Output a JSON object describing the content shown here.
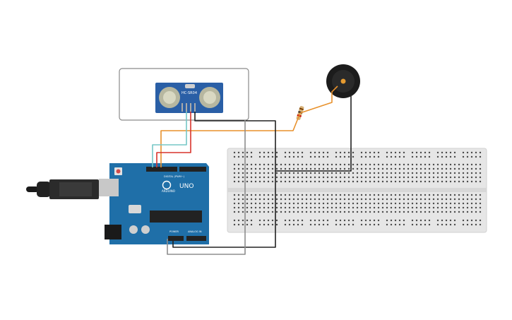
{
  "sensor": {
    "label": "HC-SR04"
  },
  "arduino": {
    "logo": "ARDUINO",
    "model": "UNO",
    "digital_label": "DIGITAL (PWM~)",
    "power_label": "POWER",
    "analog_label": "ANALOG IN"
  },
  "colors": {
    "board": "#1f6fa8",
    "sensor_board": "#2a5fa6",
    "wire_orange": "#e8912c",
    "wire_red": "#d8342b",
    "wire_cyan": "#76c7c6",
    "wire_black": "#222222",
    "wire_gray": "#8d8d8d",
    "breadboard": "#e6e6e6",
    "buzzer": "#1c1c1c"
  }
}
